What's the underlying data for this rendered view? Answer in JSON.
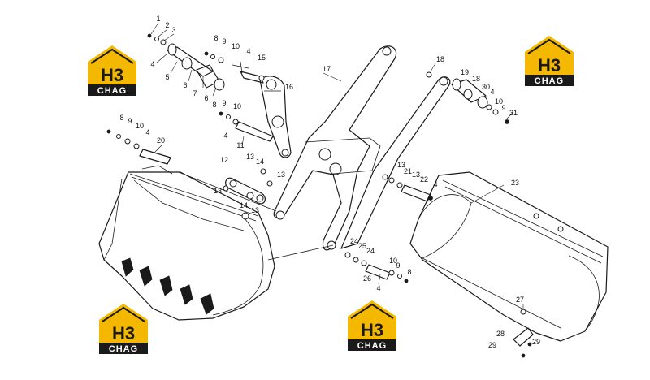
{
  "logo": {
    "mark": "H3",
    "brand": "CHAG",
    "colors": {
      "gold": "#f5b800",
      "black": "#1a1a1a",
      "white": "#ffffff"
    }
  },
  "part_numbers": [
    "1",
    "2",
    "3",
    "4",
    "5",
    "6",
    "7",
    "8",
    "9",
    "10",
    "11",
    "12",
    "13",
    "14",
    "15",
    "16",
    "17",
    "18",
    "19",
    "20",
    "21",
    "22",
    "23",
    "24",
    "25",
    "26",
    "27",
    "28",
    "29",
    "30",
    "31"
  ],
  "labels": [
    {
      "id": "l1",
      "text": "1"
    },
    {
      "id": "l2",
      "text": "2"
    },
    {
      "id": "l3",
      "text": "3"
    },
    {
      "id": "l4a",
      "text": "4"
    },
    {
      "id": "l5",
      "text": "5"
    },
    {
      "id": "l6a",
      "text": "6"
    },
    {
      "id": "l7",
      "text": "7"
    },
    {
      "id": "l6b",
      "text": "6"
    },
    {
      "id": "l8a",
      "text": "8"
    },
    {
      "id": "l9a",
      "text": "9"
    },
    {
      "id": "l10a",
      "text": "10"
    },
    {
      "id": "l4b",
      "text": "4"
    },
    {
      "id": "l15",
      "text": "15"
    },
    {
      "id": "l16",
      "text": "16"
    },
    {
      "id": "l17",
      "text": "17"
    },
    {
      "id": "l18",
      "text": "18"
    },
    {
      "id": "l19",
      "text": "19"
    },
    {
      "id": "l18b",
      "text": "18"
    },
    {
      "id": "l30",
      "text": "30"
    },
    {
      "id": "l4c",
      "text": "4"
    },
    {
      "id": "l10b",
      "text": "10"
    },
    {
      "id": "l9b",
      "text": "9"
    },
    {
      "id": "l31",
      "text": "31"
    },
    {
      "id": "l8b",
      "text": "8"
    },
    {
      "id": "l9c",
      "text": "9"
    },
    {
      "id": "l10c",
      "text": "10"
    },
    {
      "id": "l4d",
      "text": "4"
    },
    {
      "id": "l11",
      "text": "11"
    },
    {
      "id": "l8c",
      "text": "8"
    },
    {
      "id": "l9d",
      "text": "9"
    },
    {
      "id": "l10d",
      "text": "10"
    },
    {
      "id": "l4e",
      "text": "4"
    },
    {
      "id": "l20",
      "text": "20"
    },
    {
      "id": "l12",
      "text": "12"
    },
    {
      "id": "l13a",
      "text": "13"
    },
    {
      "id": "l14a",
      "text": "14"
    },
    {
      "id": "l13b",
      "text": "13"
    },
    {
      "id": "l13c",
      "text": "13"
    },
    {
      "id": "l14b",
      "text": "14"
    },
    {
      "id": "l13d",
      "text": "13"
    },
    {
      "id": "l13e",
      "text": "13"
    },
    {
      "id": "l21",
      "text": "21"
    },
    {
      "id": "l13f",
      "text": "13"
    },
    {
      "id": "l22",
      "text": "22"
    },
    {
      "id": "l4f",
      "text": "4"
    },
    {
      "id": "l23",
      "text": "23"
    },
    {
      "id": "l24a",
      "text": "24"
    },
    {
      "id": "l25",
      "text": "25"
    },
    {
      "id": "l24b",
      "text": "24"
    },
    {
      "id": "l10e",
      "text": "10"
    },
    {
      "id": "l9e",
      "text": "9"
    },
    {
      "id": "l8d",
      "text": "8"
    },
    {
      "id": "l26",
      "text": "26"
    },
    {
      "id": "l4g",
      "text": "4"
    },
    {
      "id": "l27",
      "text": "27"
    },
    {
      "id": "l28",
      "text": "28"
    },
    {
      "id": "l29a",
      "text": "29"
    },
    {
      "id": "l29b",
      "text": "29"
    }
  ]
}
